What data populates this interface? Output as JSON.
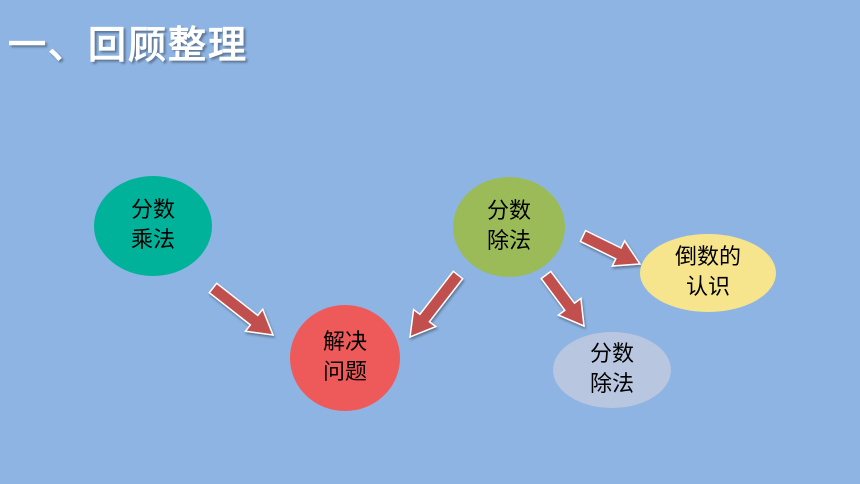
{
  "title": "一、回顾整理",
  "nodes": {
    "fraction_multiplication": {
      "line1": "分数",
      "line2": "乘法",
      "color": "#00b29a"
    },
    "problem_solving": {
      "line1": "解决",
      "line2": "问题",
      "color": "#ee5a5a"
    },
    "fraction_division": {
      "line1": "分数",
      "line2": "除法",
      "color": "#9bbb59"
    },
    "reciprocal": {
      "line1": "倒数的",
      "line2": "认识",
      "color": "#f6e58d"
    },
    "fraction_division_2": {
      "line1": "分数",
      "line2": "除法",
      "color": "#b8c6df"
    }
  },
  "arrow_color": "#c0504d",
  "background": "#8eb4e3"
}
